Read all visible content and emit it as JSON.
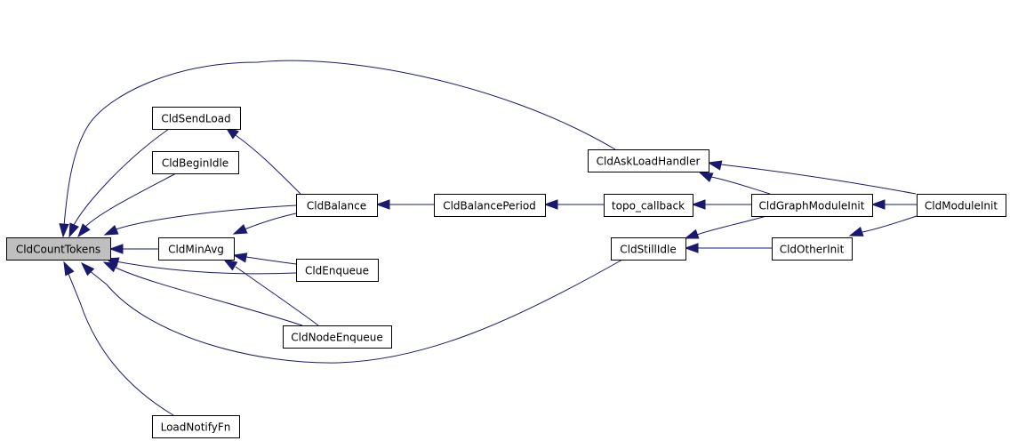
{
  "title": "CldCountTokens caller graph",
  "colors": {
    "edge": "#191970",
    "root_fill": "#bfbfbf",
    "node_fill": "#ffffff",
    "border": "#000000"
  },
  "nodes": [
    {
      "id": "CldCountTokens",
      "label": "CldCountTokens",
      "root": true
    },
    {
      "id": "CldSendLoad",
      "label": "CldSendLoad"
    },
    {
      "id": "CldBeginIdle",
      "label": "CldBeginIdle"
    },
    {
      "id": "CldMinAvg",
      "label": "CldMinAvg"
    },
    {
      "id": "CldBalance",
      "label": "CldBalance"
    },
    {
      "id": "CldEnqueue",
      "label": "CldEnqueue"
    },
    {
      "id": "CldNodeEnqueue",
      "label": "CldNodeEnqueue"
    },
    {
      "id": "LoadNotifyFn",
      "label": "LoadNotifyFn"
    },
    {
      "id": "CldBalancePeriod",
      "label": "CldBalancePeriod"
    },
    {
      "id": "CldAskLoadHandler",
      "label": "CldAskLoadHandler"
    },
    {
      "id": "topo_callback",
      "label": "topo_callback"
    },
    {
      "id": "CldStillIdle",
      "label": "CldStillIdle"
    },
    {
      "id": "CldGraphModuleInit",
      "label": "CldGraphModuleInit"
    },
    {
      "id": "CldOtherInit",
      "label": "CldOtherInit"
    },
    {
      "id": "CldModuleInit",
      "label": "CldModuleInit"
    }
  ],
  "edges": [
    {
      "from": "CldSendLoad",
      "to": "CldCountTokens"
    },
    {
      "from": "CldBeginIdle",
      "to": "CldCountTokens"
    },
    {
      "from": "CldAskLoadHandler",
      "to": "CldCountTokens"
    },
    {
      "from": "CldBalance",
      "to": "CldCountTokens"
    },
    {
      "from": "CldMinAvg",
      "to": "CldCountTokens"
    },
    {
      "from": "CldEnqueue",
      "to": "CldCountTokens"
    },
    {
      "from": "CldNodeEnqueue",
      "to": "CldCountTokens"
    },
    {
      "from": "CldStillIdle",
      "to": "CldCountTokens"
    },
    {
      "from": "LoadNotifyFn",
      "to": "CldCountTokens"
    },
    {
      "from": "CldBalance",
      "to": "CldSendLoad"
    },
    {
      "from": "CldBalance",
      "to": "CldMinAvg"
    },
    {
      "from": "CldEnqueue",
      "to": "CldMinAvg"
    },
    {
      "from": "CldNodeEnqueue",
      "to": "CldMinAvg"
    },
    {
      "from": "CldBalancePeriod",
      "to": "CldBalance"
    },
    {
      "from": "topo_callback",
      "to": "CldBalancePeriod"
    },
    {
      "from": "CldGraphModuleInit",
      "to": "topo_callback"
    },
    {
      "from": "CldGraphModuleInit",
      "to": "CldAskLoadHandler"
    },
    {
      "from": "CldModuleInit",
      "to": "CldAskLoadHandler"
    },
    {
      "from": "CldModuleInit",
      "to": "CldGraphModuleInit"
    },
    {
      "from": "CldGraphModuleInit",
      "to": "CldStillIdle"
    },
    {
      "from": "CldOtherInit",
      "to": "CldStillIdle"
    },
    {
      "from": "CldModuleInit",
      "to": "CldOtherInit"
    }
  ]
}
